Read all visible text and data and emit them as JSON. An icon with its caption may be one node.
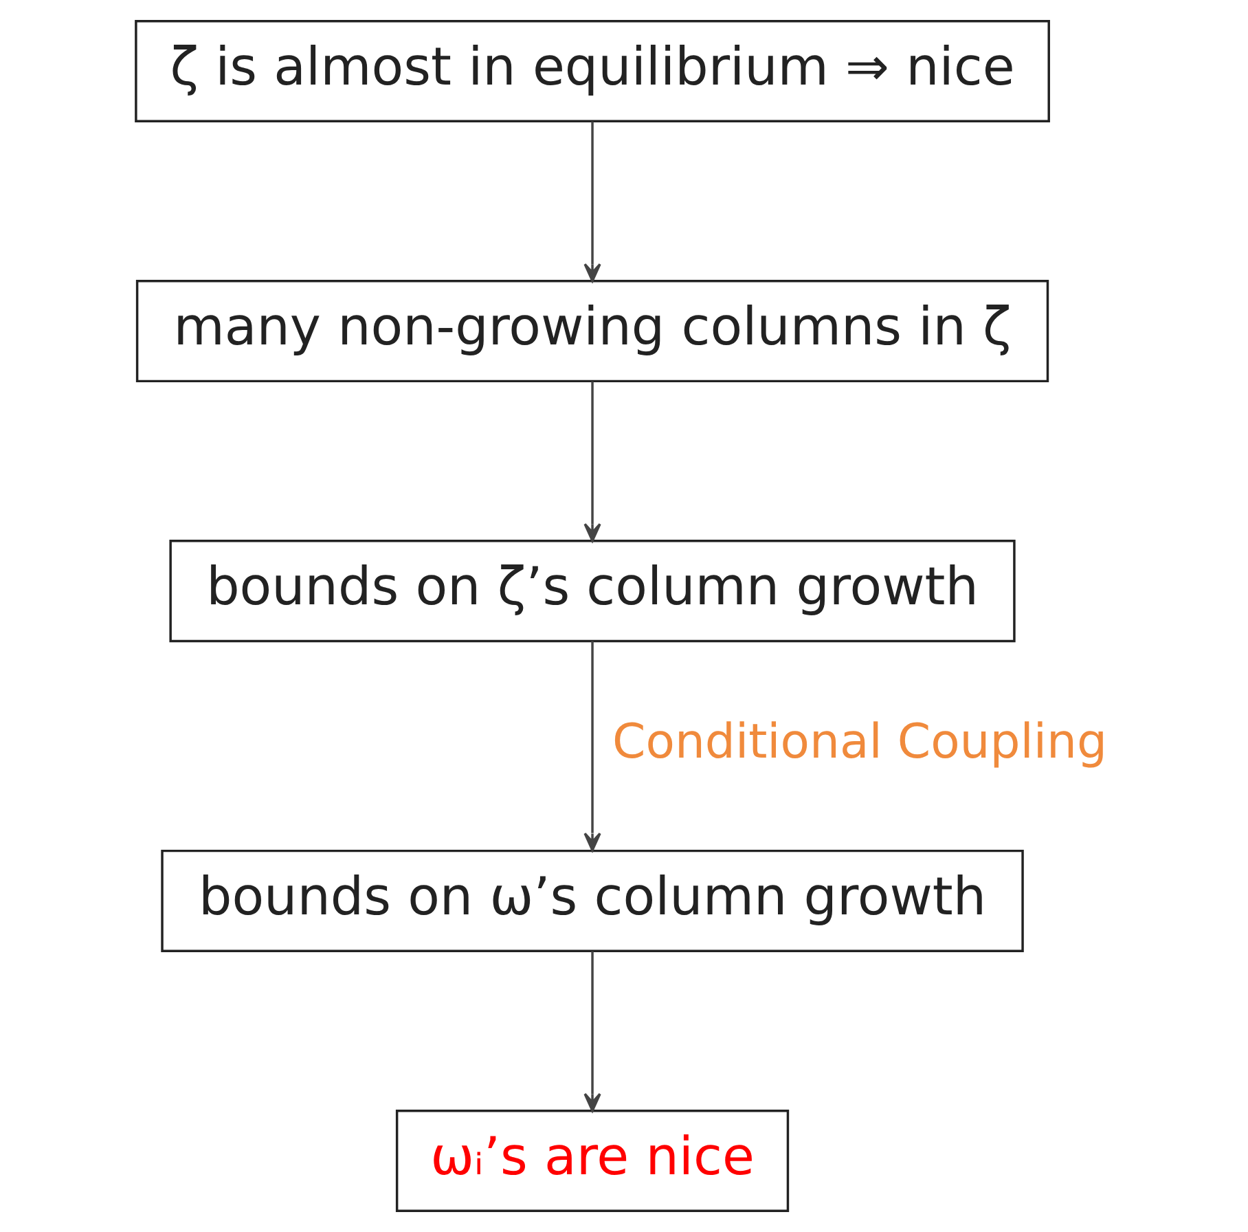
{
  "diagram": {
    "nodes": [
      {
        "text": [
          "ζ is almost in equilibrium ⇒ nice"
        ]
      },
      {
        "text": [
          "many non-growing columns in ζ"
        ]
      },
      {
        "text": [
          "bounds on ζ’s column growth"
        ]
      },
      {
        "text": [
          "bounds on ω’s column growth"
        ]
      },
      {
        "text": [
          "ωᵢ’s are nice"
        ]
      }
    ],
    "edges": [
      {
        "from": 0,
        "to": 1,
        "arrow": "to"
      },
      {
        "from": 1,
        "to": 2,
        "arrow": "to"
      },
      {
        "from": 2,
        "to": 3,
        "arrow": "to",
        "label": "Conditional Coupling"
      },
      {
        "from": 3,
        "to": 4,
        "arrow": "to"
      }
    ]
  }
}
